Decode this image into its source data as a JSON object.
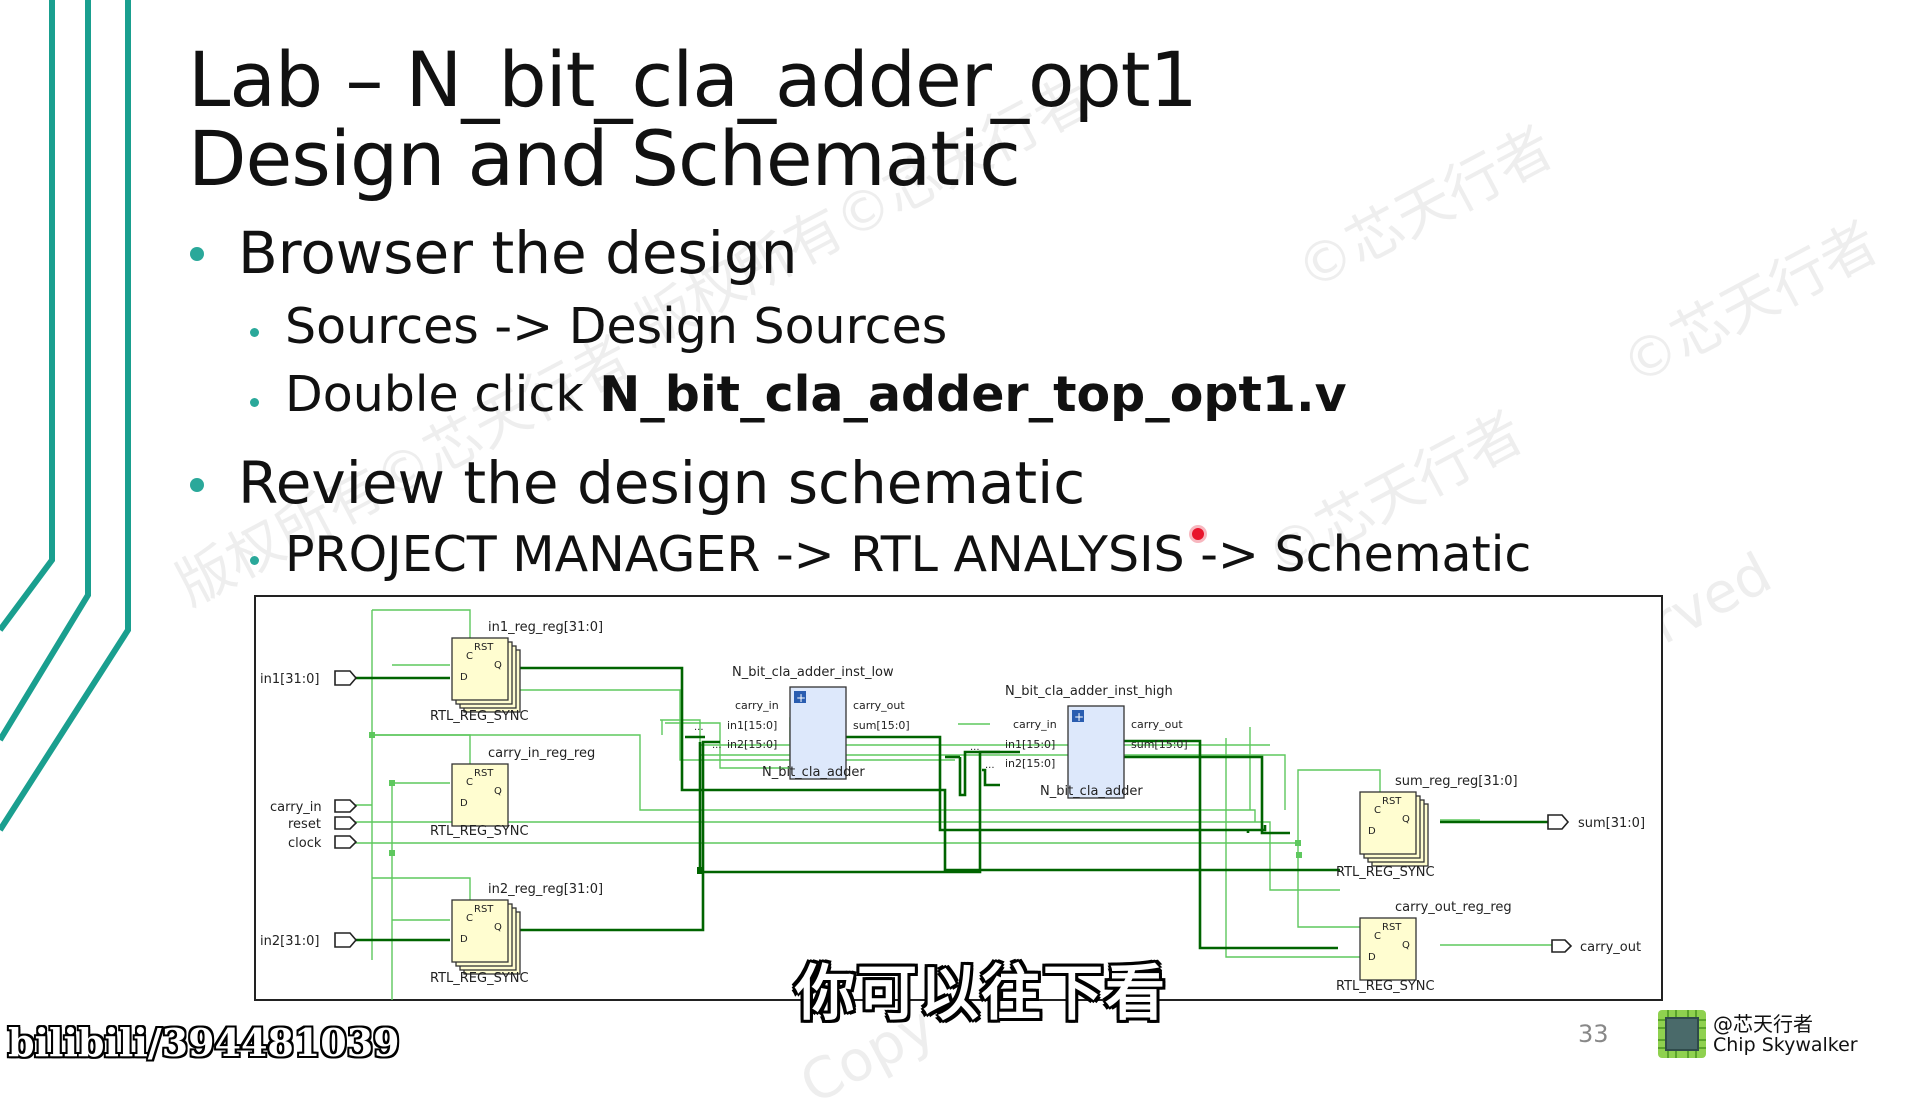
{
  "slide": {
    "title_line1": "Lab – N_bit_cla_adder_opt1",
    "title_line2": "Design and Schematic",
    "bullet1": "Browser the design",
    "bullet1_sub1": "Sources -> Design Sources",
    "bullet1_sub2_prefix": "Double click ",
    "bullet1_sub2_bold": "N_bit_cla_adder_top_opt1.v",
    "bullet2": "Review the design schematic",
    "bullet2_sub1": "PROJECT MANAGER -> RTL ANALYSIS -> Schematic",
    "page_number": "33"
  },
  "schematic": {
    "ports_in": [
      "in1[31:0]",
      "carry_in",
      "reset",
      "clock",
      "in2[31:0]"
    ],
    "ports_out": [
      "sum[31:0]",
      "carry_out"
    ],
    "registers": {
      "in1": "in1_reg_reg[31:0]",
      "carry": "carry_in_reg_reg",
      "in2": "in2_reg_reg[31:0]",
      "sum": "sum_reg_reg[31:0]",
      "cout": "carry_out_reg_reg",
      "type": "RTL_REG_SYNC",
      "pin_rst": "RST",
      "pin_c": "C",
      "pin_d": "D",
      "pin_q": "Q"
    },
    "adders": {
      "low_name": "N_bit_cla_adder_inst_low",
      "high_name": "N_bit_cla_adder_inst_high",
      "type": "N_bit_cla_adder",
      "pin_carry_in": "carry_in",
      "pin_in1": "in1[15:0]",
      "pin_in2": "in2[15:0]",
      "pin_carry_out": "carry_out",
      "pin_sum": "sum[15:0]",
      "expand_symbol": "+"
    },
    "ellipsis": "..."
  },
  "overlay": {
    "subtitle": "你可以往下看",
    "bilibili_id": "bilibili/394481039",
    "brand_handle": "@芯天行者",
    "brand_name": "Chip Skywalker",
    "watermark_text": "©芯天行者",
    "watermark_text2": "版权所有©芯天行者",
    "watermark_rights": "rved",
    "watermark_copy": "Copy"
  },
  "colors": {
    "accent_teal": "#1a9f8f",
    "wire_dark_green": "#006400",
    "wire_light_green": "#5ec85e",
    "register_fill": "#fffdd0",
    "adder_fill": "#dde8fb"
  }
}
